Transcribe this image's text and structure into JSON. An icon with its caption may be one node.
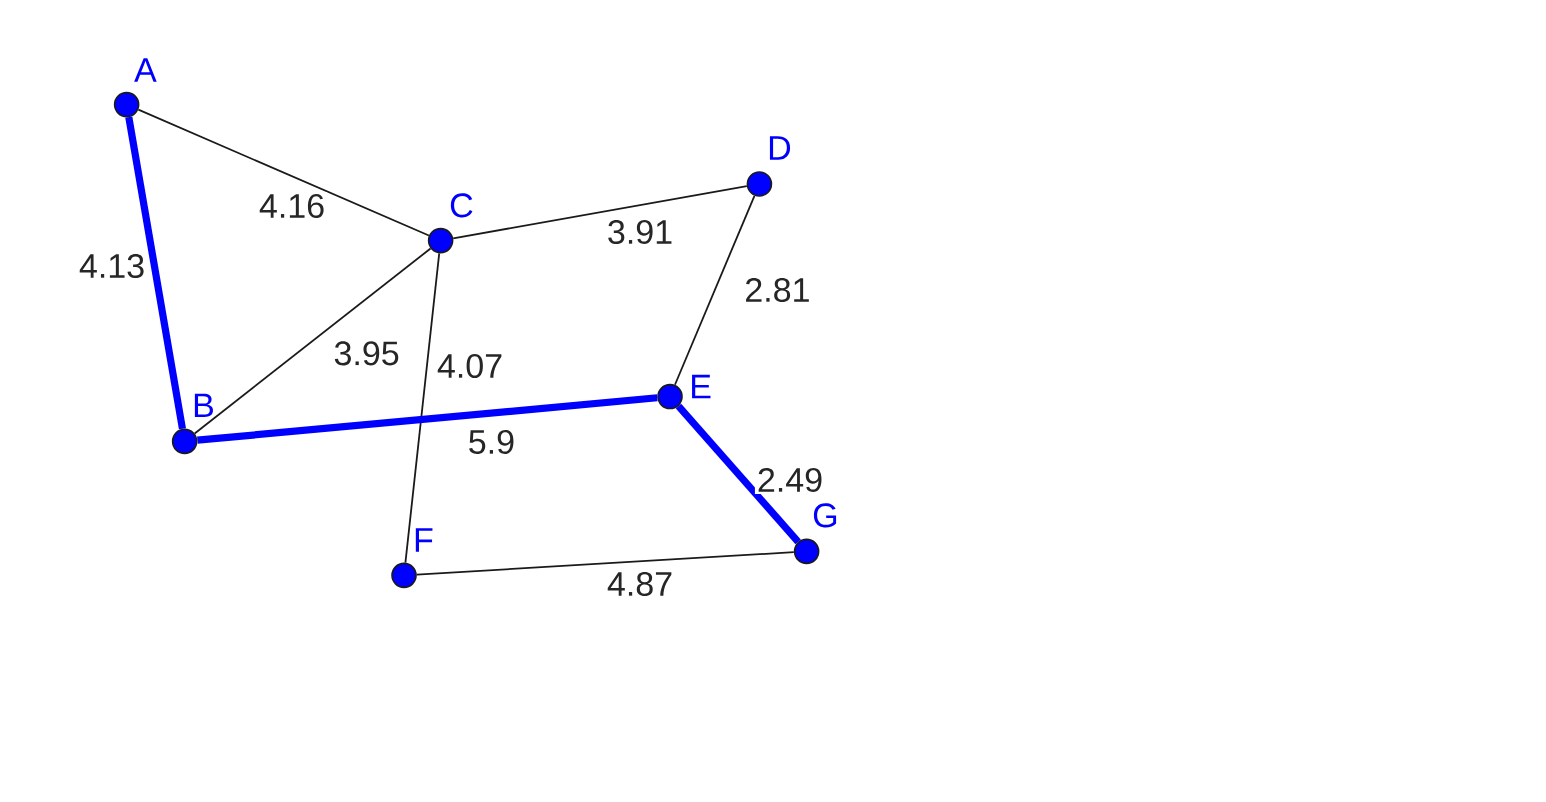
{
  "diagram": {
    "nodes": [
      {
        "text": [],
        "shape": "circle",
        "beside": [
          "A"
        ]
      },
      {
        "text": [],
        "shape": "circle",
        "beside": [
          "B"
        ]
      },
      {
        "text": [],
        "shape": "circle",
        "beside": [
          "C"
        ]
      },
      {
        "text": [],
        "shape": "circle",
        "beside": [
          "D"
        ]
      },
      {
        "text": [],
        "shape": "circle",
        "beside": [
          "E"
        ]
      },
      {
        "text": [],
        "shape": "circle",
        "beside": [
          "F"
        ]
      },
      {
        "text": [],
        "shape": "circle",
        "beside": [
          "G"
        ]
      }
    ],
    "edges": [
      {
        "from": 0,
        "to": 2,
        "arrow": "none",
        "label": "4.16"
      },
      {
        "from": 0,
        "to": 1,
        "arrow": "none",
        "label": "4.13",
        "style": "thick",
        "color": "#0000ff"
      },
      {
        "from": 2,
        "to": 3,
        "arrow": "none",
        "label": "3.91"
      },
      {
        "from": 1,
        "to": 2,
        "arrow": "none",
        "label": "3.95"
      },
      {
        "from": 2,
        "to": 5,
        "arrow": "none",
        "label": "4.07"
      },
      {
        "from": 3,
        "to": 4,
        "arrow": "none",
        "label": "2.81"
      },
      {
        "from": 1,
        "to": 4,
        "arrow": "none",
        "label": "5.9",
        "style": "thick",
        "color": "#0000ff"
      },
      {
        "from": 4,
        "to": 6,
        "arrow": "none",
        "label": "2.49",
        "style": "thick",
        "color": "#0000ff"
      },
      {
        "from": 5,
        "to": 6,
        "arrow": "none",
        "label": "4.87"
      }
    ]
  }
}
